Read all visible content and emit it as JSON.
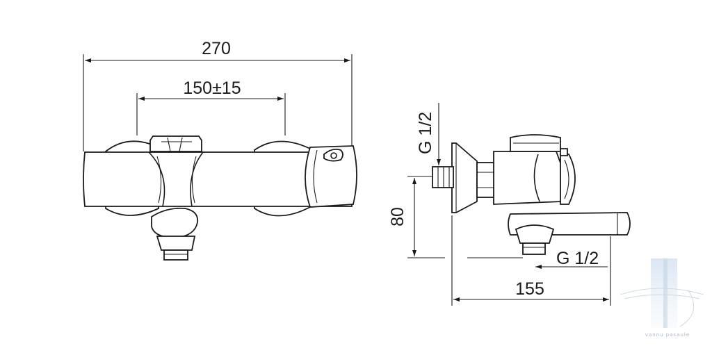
{
  "front_view": {
    "dim_total": "270",
    "dim_inlet_spacing": "150±15"
  },
  "side_view": {
    "dim_wall_inlet": "G 1/2",
    "dim_height": "80",
    "dim_outlet": "G 1/2",
    "dim_depth": "155"
  },
  "watermark": {
    "text": "vannu pasaule",
    "accent_color": "#b9cde0"
  }
}
